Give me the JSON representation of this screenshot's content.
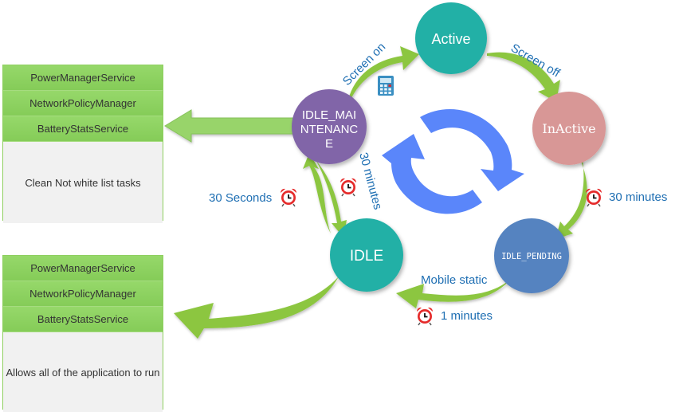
{
  "panels": {
    "maintenance": {
      "services": [
        "PowerManagerService",
        "NetworkPolicyManager",
        "BatteryStatsService"
      ],
      "description": "Clean Not white list tasks"
    },
    "idle": {
      "services": [
        "PowerManagerService",
        "NetworkPolicyManager",
        "BatteryStatsService"
      ],
      "description": "Allows all of the application to run"
    }
  },
  "nodes": {
    "active": {
      "label": "Active",
      "color": "#21b0a6"
    },
    "inactive": {
      "label": "InActive",
      "color": "#d89796"
    },
    "idle_pending": {
      "label": "IDLE_PENDING",
      "color": "#5583c0"
    },
    "idle": {
      "label": "IDLE",
      "color": "#21b0a6"
    },
    "idle_maintenance": {
      "label_lines": [
        "IDLE_MAI",
        "NTENANC",
        "E"
      ],
      "color": "#8165a8"
    }
  },
  "transitions": {
    "screen_on": "Screen on",
    "screen_off": "Screen off",
    "inactive_to_pending": "30 minutes",
    "mobile_static": "Mobile static",
    "pending_to_idle_time": "1 minutes",
    "idle_to_maintenance": "30 minutes",
    "maintenance_to_idle": "30 Seconds"
  },
  "icons": {
    "alarm": "alarm-clock-icon",
    "calculator": "calculator-icon",
    "cycle": "refresh-cycle-icon"
  },
  "colors": {
    "arrow_green": "#8cc63f",
    "cycle_blue": "#5a86fa",
    "label_blue": "#1f6fb3",
    "panel_green": "#8fd564"
  }
}
